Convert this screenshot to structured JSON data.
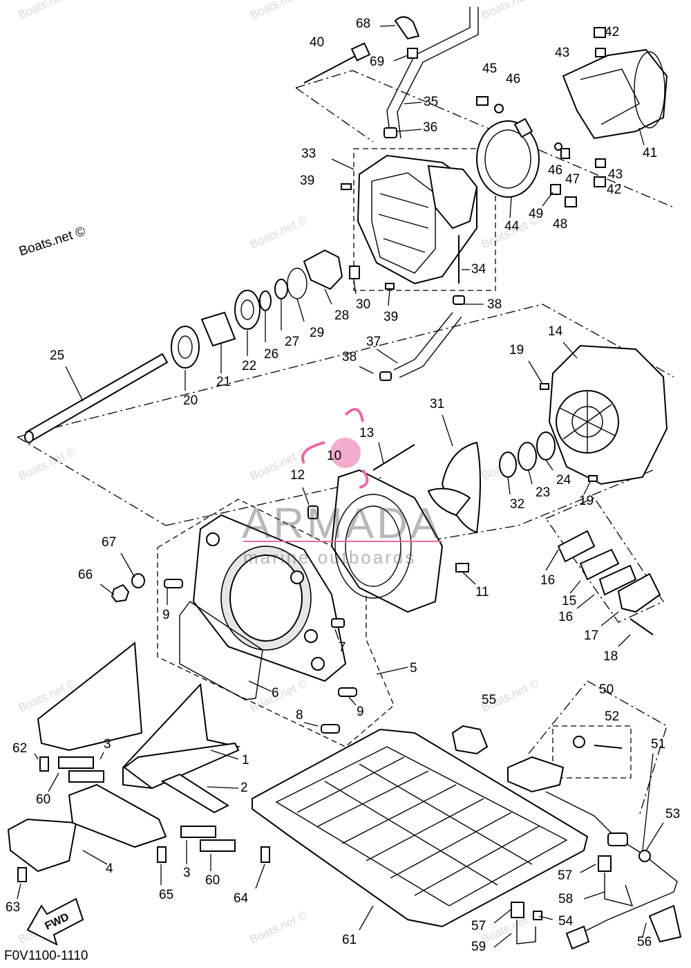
{
  "diagram": {
    "code": "F0V1100-1110",
    "fwd_label": "FWD",
    "watermark": "Boats.net ©",
    "brand": {
      "name": "ARMADA",
      "tagline": "marine outboards",
      "color": "#e86aa6"
    }
  },
  "callouts": [
    "1",
    "2",
    "3",
    "3",
    "4",
    "5",
    "6",
    "7",
    "8",
    "9",
    "9",
    "10",
    "11",
    "12",
    "13",
    "14",
    "15",
    "16",
    "16",
    "17",
    "18",
    "19",
    "19",
    "20",
    "21",
    "22",
    "23",
    "24",
    "25",
    "26",
    "27",
    "28",
    "29",
    "30",
    "31",
    "32",
    "33",
    "34",
    "35",
    "36",
    "37",
    "38",
    "38",
    "39",
    "39",
    "40",
    "41",
    "42",
    "42",
    "43",
    "43",
    "44",
    "45",
    "46",
    "46",
    "47",
    "48",
    "49",
    "50",
    "51",
    "52",
    "53",
    "54",
    "55",
    "56",
    "57",
    "57",
    "58",
    "59",
    "60",
    "60",
    "61",
    "62",
    "63",
    "64",
    "65",
    "66",
    "67",
    "68",
    "69"
  ]
}
